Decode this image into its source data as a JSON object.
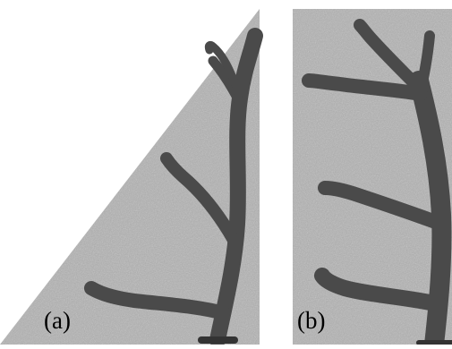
{
  "panels": [
    {
      "id": "a",
      "label": "(a)"
    },
    {
      "id": "b",
      "label": "(b)"
    }
  ],
  "colors": {
    "background": "#ffffff",
    "texture_fill": "#a9a9a9",
    "antler": "#4a4a4a",
    "antler_outline": "#2a2a2a"
  }
}
